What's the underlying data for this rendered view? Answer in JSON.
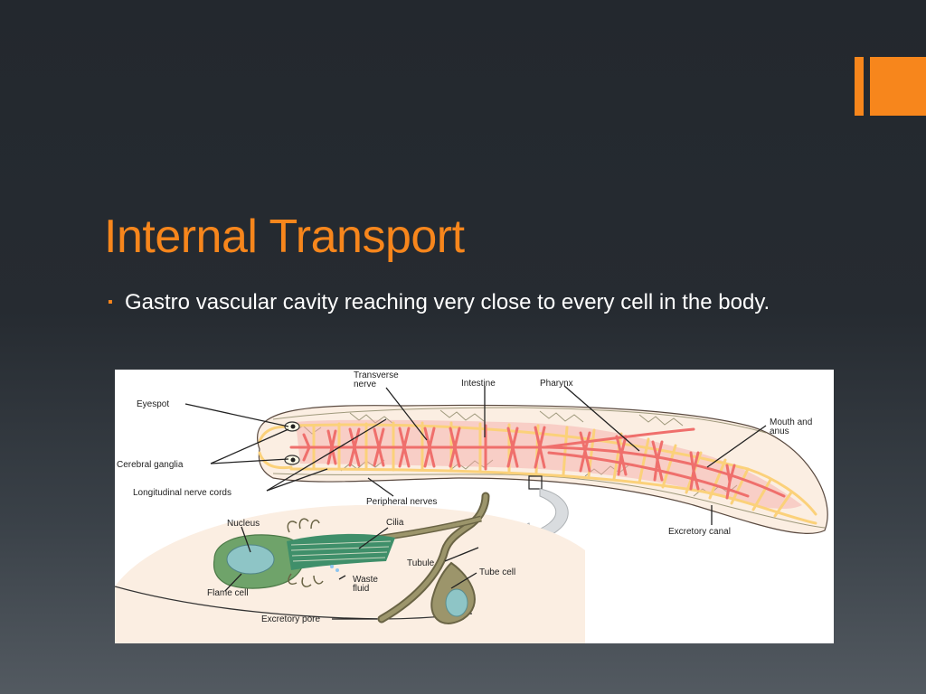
{
  "slide": {
    "title": "Internal Transport",
    "bullets": [
      {
        "marker": "▪",
        "text": "Gastro vascular cavity reaching very close to every cell in the body."
      }
    ]
  },
  "colors": {
    "background": "#23282e",
    "accent": "#f7861c",
    "text": "#ffffff",
    "intestine": "#ef7470",
    "nerve": "#f9c74f",
    "excretory": "#7d7a57",
    "flame_cell": "#6fa36a",
    "nucleus": "#8ec5c6"
  },
  "diagram": {
    "labels": {
      "eyespot": "Eyespot",
      "transverse_nerve": [
        "Transverse",
        "nerve"
      ],
      "intestine": "Intestine",
      "pharynx": "Pharynx",
      "mouth_anus": [
        "Mouth and",
        "anus"
      ],
      "cerebral_ganglia": "Cerebral ganglia",
      "longitudinal_nerve_cords": "Longitudinal nerve cords",
      "peripheral_nerves": "Peripheral nerves",
      "excretory_canal": "Excretory canal",
      "nucleus": "Nucleus",
      "cilia": "Cilia",
      "tubule": "Tubule",
      "tube_cell": "Tube cell",
      "waste_fluid": [
        "Waste",
        "fluid"
      ],
      "flame_cell": "Flame cell",
      "excretory_pore": "Excretory pore"
    }
  }
}
